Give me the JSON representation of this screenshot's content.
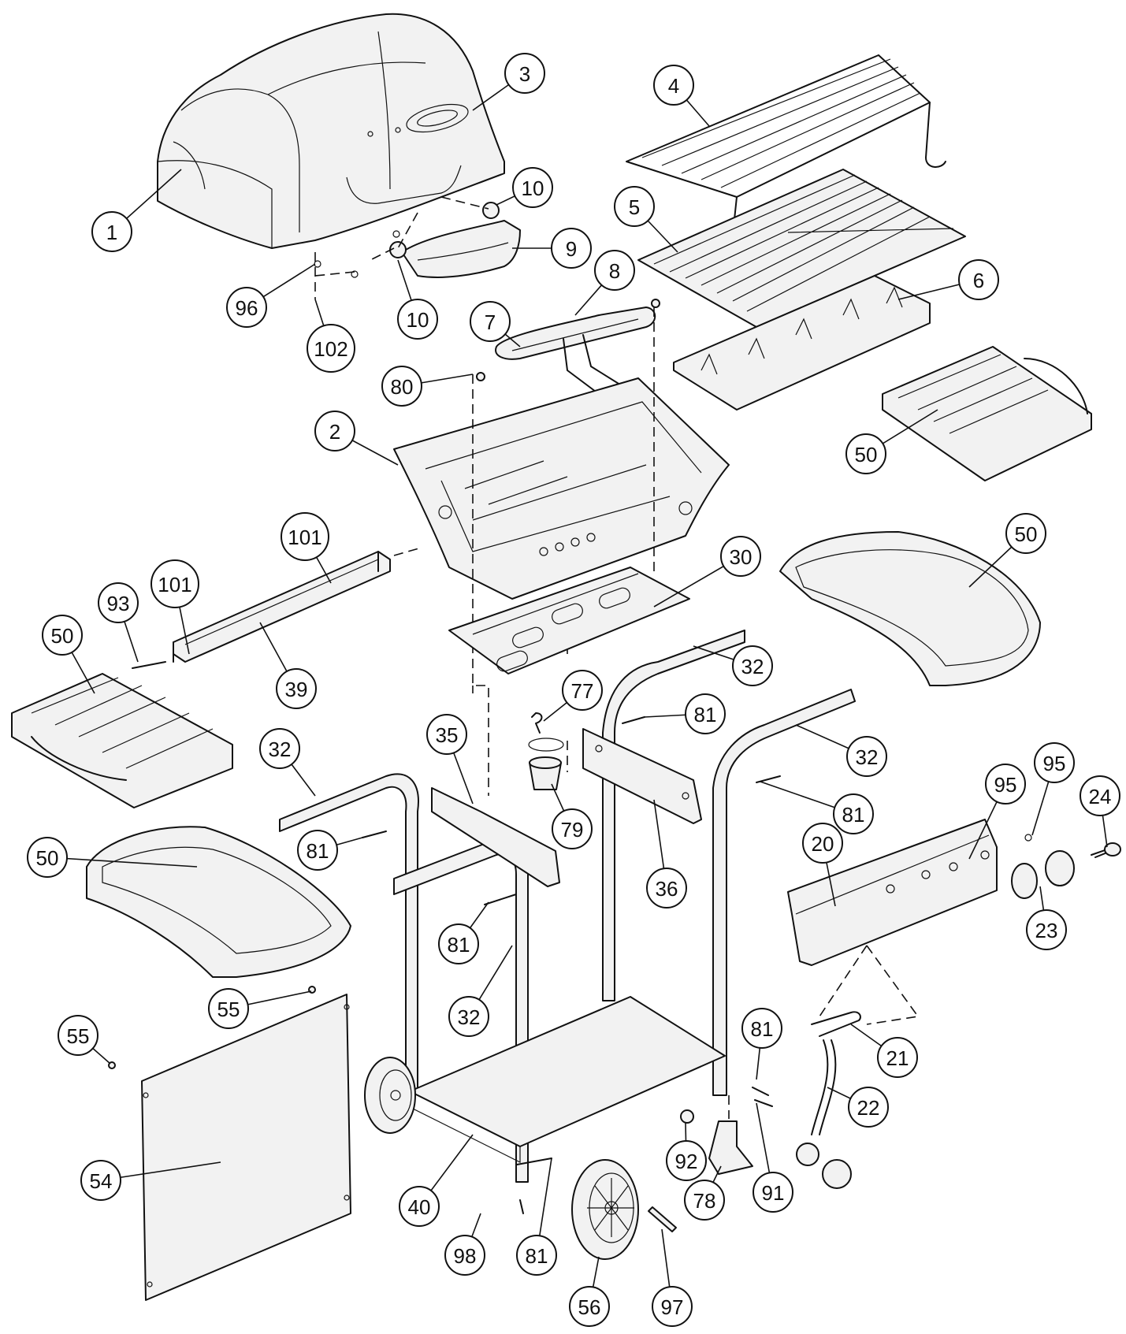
{
  "diagram": {
    "callouts": [
      {
        "id": "c1",
        "label": "1"
      },
      {
        "id": "c2",
        "label": "2"
      },
      {
        "id": "c3",
        "label": "3"
      },
      {
        "id": "c4",
        "label": "4"
      },
      {
        "id": "c5",
        "label": "5"
      },
      {
        "id": "c6",
        "label": "6"
      },
      {
        "id": "c7",
        "label": "7"
      },
      {
        "id": "c8",
        "label": "8"
      },
      {
        "id": "c9",
        "label": "9"
      },
      {
        "id": "c10a",
        "label": "10"
      },
      {
        "id": "c10b",
        "label": "10"
      },
      {
        "id": "c96",
        "label": "96"
      },
      {
        "id": "c102",
        "label": "102"
      },
      {
        "id": "c80",
        "label": "80"
      },
      {
        "id": "c50a",
        "label": "50"
      },
      {
        "id": "c50b",
        "label": "50"
      },
      {
        "id": "c50c",
        "label": "50"
      },
      {
        "id": "c50d",
        "label": "50"
      },
      {
        "id": "c30",
        "label": "30"
      },
      {
        "id": "c101a",
        "label": "101"
      },
      {
        "id": "c101b",
        "label": "101"
      },
      {
        "id": "c93",
        "label": "93"
      },
      {
        "id": "c39",
        "label": "39"
      },
      {
        "id": "c32a",
        "label": "32"
      },
      {
        "id": "c32b",
        "label": "32"
      },
      {
        "id": "c32c",
        "label": "32"
      },
      {
        "id": "c32d",
        "label": "32"
      },
      {
        "id": "c77",
        "label": "77"
      },
      {
        "id": "c79",
        "label": "79"
      },
      {
        "id": "c35",
        "label": "35"
      },
      {
        "id": "c36",
        "label": "36"
      },
      {
        "id": "c81a",
        "label": "81"
      },
      {
        "id": "c81b",
        "label": "81"
      },
      {
        "id": "c81c",
        "label": "81"
      },
      {
        "id": "c81d",
        "label": "81"
      },
      {
        "id": "c81e",
        "label": "81"
      },
      {
        "id": "c81f",
        "label": "81"
      },
      {
        "id": "c95a",
        "label": "95"
      },
      {
        "id": "c95b",
        "label": "95"
      },
      {
        "id": "c24",
        "label": "24"
      },
      {
        "id": "c20",
        "label": "20"
      },
      {
        "id": "c23",
        "label": "23"
      },
      {
        "id": "c21",
        "label": "21"
      },
      {
        "id": "c22",
        "label": "22"
      },
      {
        "id": "c55a",
        "label": "55"
      },
      {
        "id": "c55b",
        "label": "55"
      },
      {
        "id": "c54",
        "label": "54"
      },
      {
        "id": "c40",
        "label": "40"
      },
      {
        "id": "c92",
        "label": "92"
      },
      {
        "id": "c78",
        "label": "78"
      },
      {
        "id": "c91",
        "label": "91"
      },
      {
        "id": "c98",
        "label": "98"
      },
      {
        "id": "c56",
        "label": "56"
      },
      {
        "id": "c97",
        "label": "97"
      }
    ]
  }
}
